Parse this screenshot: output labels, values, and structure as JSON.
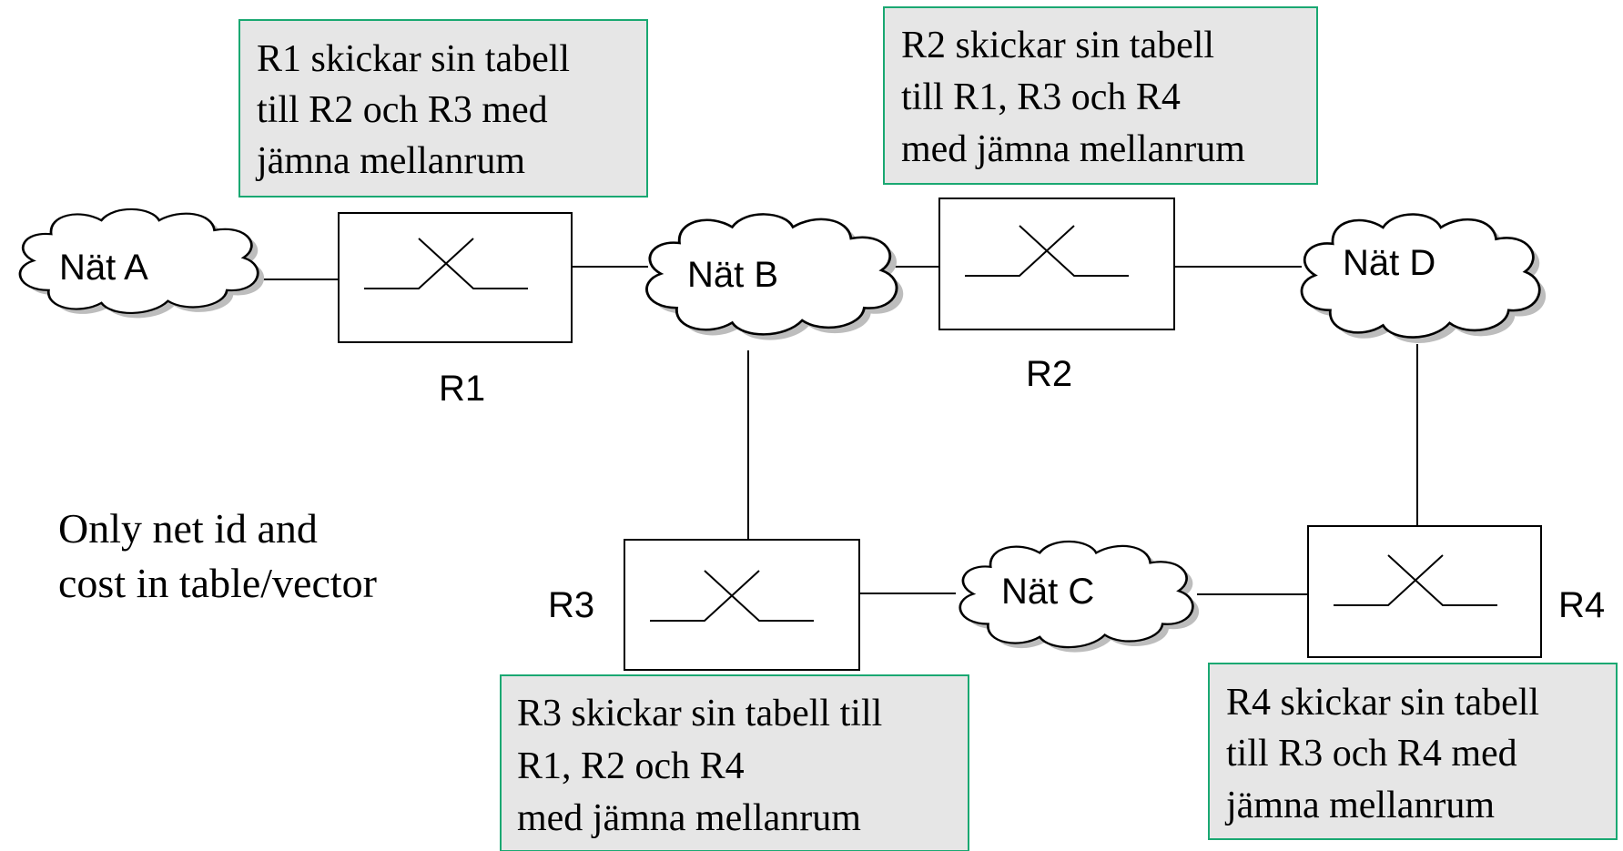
{
  "networks": {
    "a": "Nät A",
    "b": "Nät B",
    "c": "Nät C",
    "d": "Nät D"
  },
  "routers": {
    "r1": "R1",
    "r2": "R2",
    "r3": "R3",
    "r4": "R4"
  },
  "notes": {
    "r1": [
      "R1 skickar sin tabell",
      "till R2 och R3 med",
      "jämna mellanrum"
    ],
    "r2": [
      "R2 skickar sin tabell",
      "till R1, R3 och R4",
      "med jämna mellanrum"
    ],
    "r3": [
      "R3 skickar sin tabell till",
      "R1, R2 och R4",
      "med jämna mellanrum"
    ],
    "r4": [
      "R4 skickar sin tabell",
      "till R3 och R4 med",
      "jämna mellanrum"
    ]
  },
  "caption": [
    "Only net id and",
    "cost in table/vector"
  ],
  "colors": {
    "note_fill": "#e6e6e6",
    "note_border": "#1aa872",
    "cloud_shadow": "#bdbdbd"
  }
}
